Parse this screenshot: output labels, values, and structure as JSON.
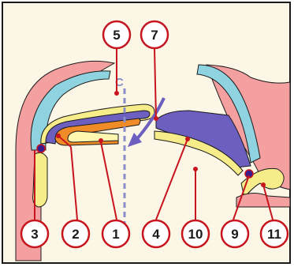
{
  "axis_label": "C",
  "labels": {
    "l1": "1",
    "l2": "2",
    "l3": "3",
    "l4": "4",
    "l5": "5",
    "l7": "7",
    "l9": "9",
    "l10": "10",
    "l11": "11"
  },
  "colors": {
    "background": "#fcf6e6",
    "tissue_pink": "#f4a0a0",
    "cyan": "#8fd3e0",
    "purple": "#6c5fc0",
    "yellow": "#f7ec8a",
    "orange": "#f08c28",
    "label_ring": "#c8141e",
    "axis_dash": "#8a8ec8",
    "node": "#3b1a8c"
  }
}
